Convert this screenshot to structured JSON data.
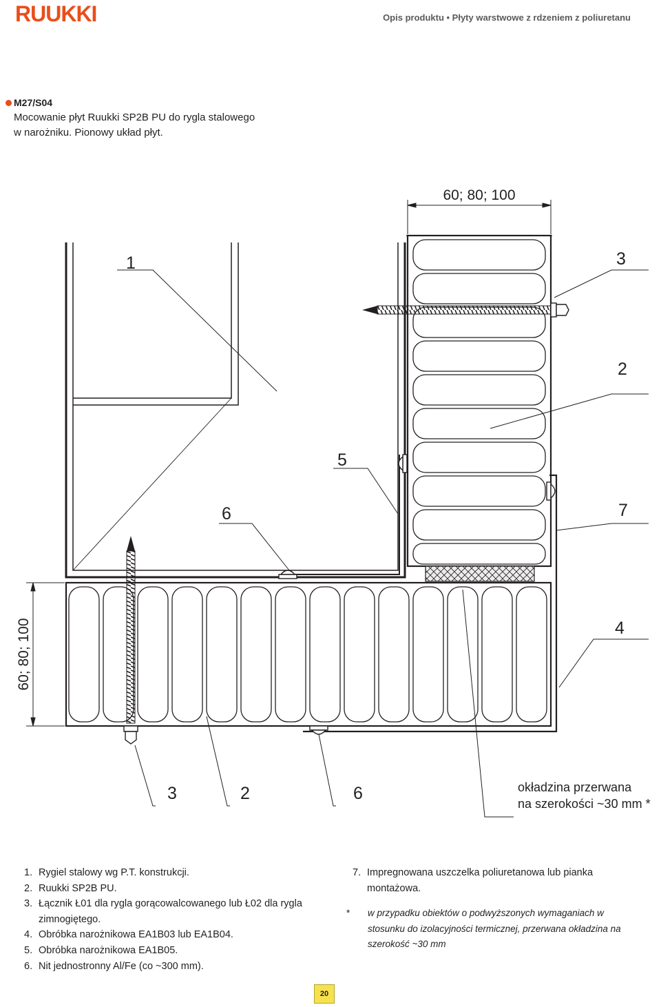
{
  "header": {
    "logo_text": "RUUKKI",
    "doc_title": "Opis produktu • Płyty warstwowe z rdzeniem z poliuretanu"
  },
  "detail": {
    "code": "M27/S04",
    "title_line1": "Mocowanie płyt Ruukki SP2B PU do rygla stalowego",
    "title_line2": "w narożniku. Pionowy układ płyt."
  },
  "drawing": {
    "dim_top": "60; 80; 100",
    "dim_left": "60; 80; 100",
    "callout_1": "1",
    "callout_3_top": "3",
    "callout_2_top": "2",
    "callout_5": "5",
    "callout_6_left": "6",
    "callout_7": "7",
    "callout_4": "4",
    "callout_3_bottom": "3",
    "callout_2_bottom": "2",
    "callout_6_bottom": "6",
    "gap_note_line1": "okładzina przerwana",
    "gap_note_line2": "na szerokości ~30 mm *"
  },
  "legend": {
    "items": [
      {
        "num": "1.",
        "text": "Rygiel stalowy wg P.T. konstrukcji."
      },
      {
        "num": "2.",
        "text": "Ruukki SP2B PU."
      },
      {
        "num": "3.",
        "text": "Łącznik Ł01 dla rygla gorącowalcowanego lub Ł02 dla rygla zimnogiętego."
      },
      {
        "num": "4.",
        "text": "Obróbka narożnikowa EA1B03 lub EA1B04."
      },
      {
        "num": "5.",
        "text": "Obróbka narożnikowa EA1B05."
      },
      {
        "num": "6.",
        "text": "Nit jednostronny Al/Fe (co ~300 mm)."
      }
    ],
    "item7": {
      "num": "7.",
      "text": "Impregnowana uszczelka poliuretanowa lub pianka montażowa."
    },
    "note": {
      "mark": "*",
      "text": "w przypadku obiektów o podwyższonych wymaganiach w stosunku do izolacyjności termicznej, przerwana okładzina na szerokość ~30 mm"
    }
  },
  "page_number": "20",
  "colors": {
    "brand_orange": "#e94e1b",
    "line_dark": "#231f20",
    "page_badge": "#f6e24e",
    "seal_fill": "#d9d9d9"
  }
}
